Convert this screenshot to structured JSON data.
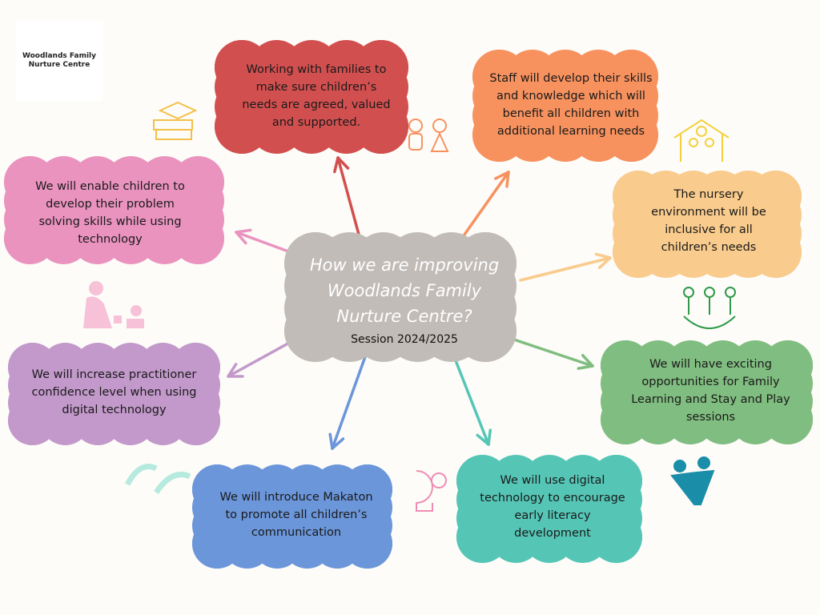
{
  "logo": {
    "text": "Woodlands Family Nurture Centre"
  },
  "center": {
    "title": "How we are improving Woodlands Family Nurture Centre?",
    "session": "Session 2024/2025",
    "color": "#c2bcb8"
  },
  "goals": [
    {
      "text": "Working with families to make sure children’s needs are agreed, valued and supported.",
      "color": "#d24f4f"
    },
    {
      "text": "Staff will develop their skills and knowledge which will benefit all children with additional learning needs",
      "color": "#f7925f"
    },
    {
      "text": "The nursery environment will be inclusive for all children’s needs",
      "color": "#f9cb8c"
    },
    {
      "text": "We will enable children to develop their problem solving skills while using technology",
      "color": "#ea93bf"
    },
    {
      "text": "We will increase practitioner confidence level when using digital technology",
      "color": "#c299ca"
    },
    {
      "text": "We will have exciting opportunities for Family Learning and Stay and Play sessions",
      "color": "#80bd80"
    },
    {
      "text": "We will introduce Makaton to promote all children’s communication",
      "color": "#6b96da"
    },
    {
      "text": "We will use digital technology to encourage early literacy development",
      "color": "#55c6b6"
    }
  ],
  "icons": [
    "graduation-books-icon",
    "children-icon",
    "house-family-icon",
    "parent-baby-blocks-icon",
    "children-jumping-icon",
    "sign-language-hands-icon",
    "lightbulb-gear-icon",
    "family-hug-icon"
  ]
}
